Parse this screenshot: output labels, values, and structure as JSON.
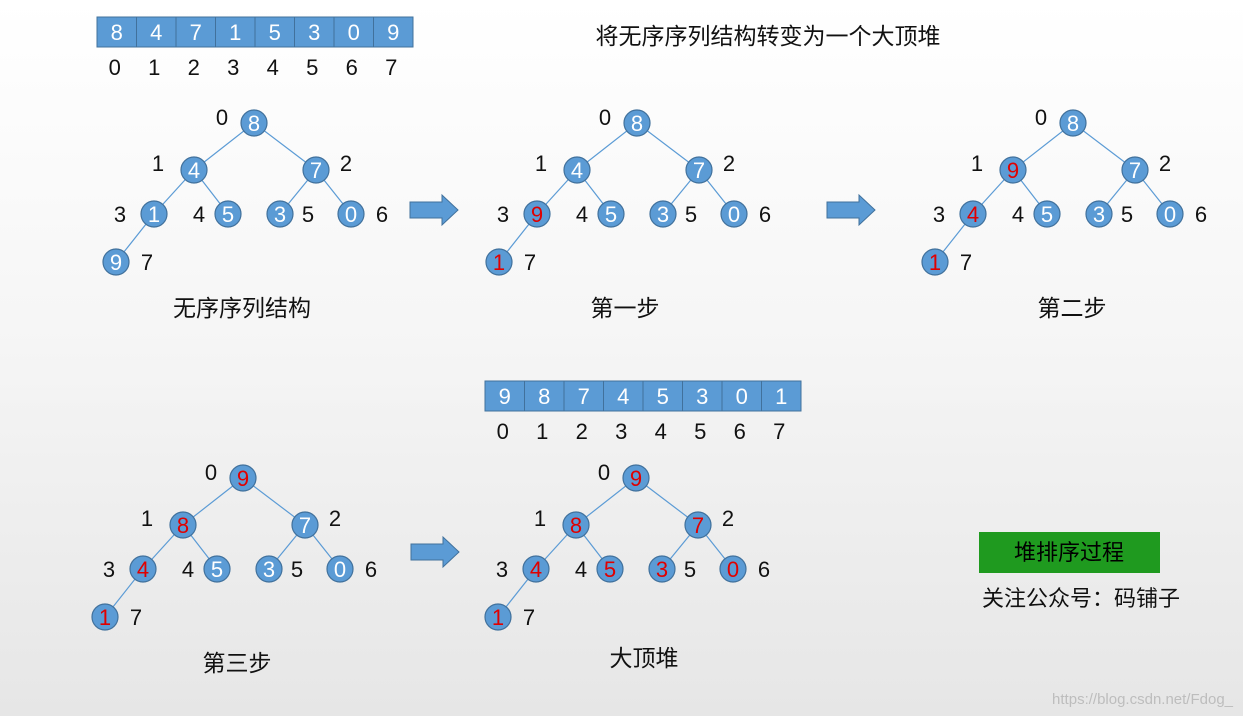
{
  "title": "将无序序列结构转变为一个大顶堆",
  "colors": {
    "node_fill": "#5b9bd5",
    "node_stroke": "#41719c",
    "changed_text": "#e00000",
    "badge_fill": "#1f9a1f",
    "edge": "#5b9bd5"
  },
  "arrays": [
    {
      "id": "initial",
      "values": [
        "8",
        "4",
        "7",
        "1",
        "5",
        "3",
        "0",
        "9"
      ],
      "indices": [
        "0",
        "1",
        "2",
        "3",
        "4",
        "5",
        "6",
        "7"
      ]
    },
    {
      "id": "result",
      "values": [
        "9",
        "8",
        "7",
        "4",
        "5",
        "3",
        "0",
        "1"
      ],
      "indices": [
        "0",
        "1",
        "2",
        "3",
        "4",
        "5",
        "6",
        "7"
      ]
    }
  ],
  "trees": [
    {
      "id": "unordered",
      "caption": "无序序列结构",
      "values": [
        "8",
        "4",
        "7",
        "1",
        "5",
        "3",
        "0",
        "9"
      ],
      "highlighted": []
    },
    {
      "id": "step1",
      "caption": "第一步",
      "values": [
        "8",
        "4",
        "7",
        "9",
        "5",
        "3",
        "0",
        "1"
      ],
      "highlighted": [
        3,
        7
      ]
    },
    {
      "id": "step2",
      "caption": "第二步",
      "values": [
        "8",
        "9",
        "7",
        "4",
        "5",
        "3",
        "0",
        "1"
      ],
      "highlighted": [
        1,
        3,
        7
      ]
    },
    {
      "id": "step3",
      "caption": "第三步",
      "values": [
        "9",
        "8",
        "7",
        "4",
        "5",
        "3",
        "0",
        "1"
      ],
      "highlighted": [
        0,
        1,
        3,
        7
      ]
    },
    {
      "id": "max-heap",
      "caption": "大顶堆",
      "values": [
        "9",
        "8",
        "7",
        "4",
        "5",
        "3",
        "0",
        "1"
      ],
      "highlighted": [
        0,
        1,
        2,
        3,
        4,
        5,
        6,
        7
      ]
    }
  ],
  "index_labels": [
    "0",
    "1",
    "2",
    "3",
    "4",
    "5",
    "6",
    "7"
  ],
  "badge": {
    "label": "堆排序过程"
  },
  "follow_text": "关注公众号：码铺子",
  "watermark": "https://blog.csdn.net/Fdog_"
}
